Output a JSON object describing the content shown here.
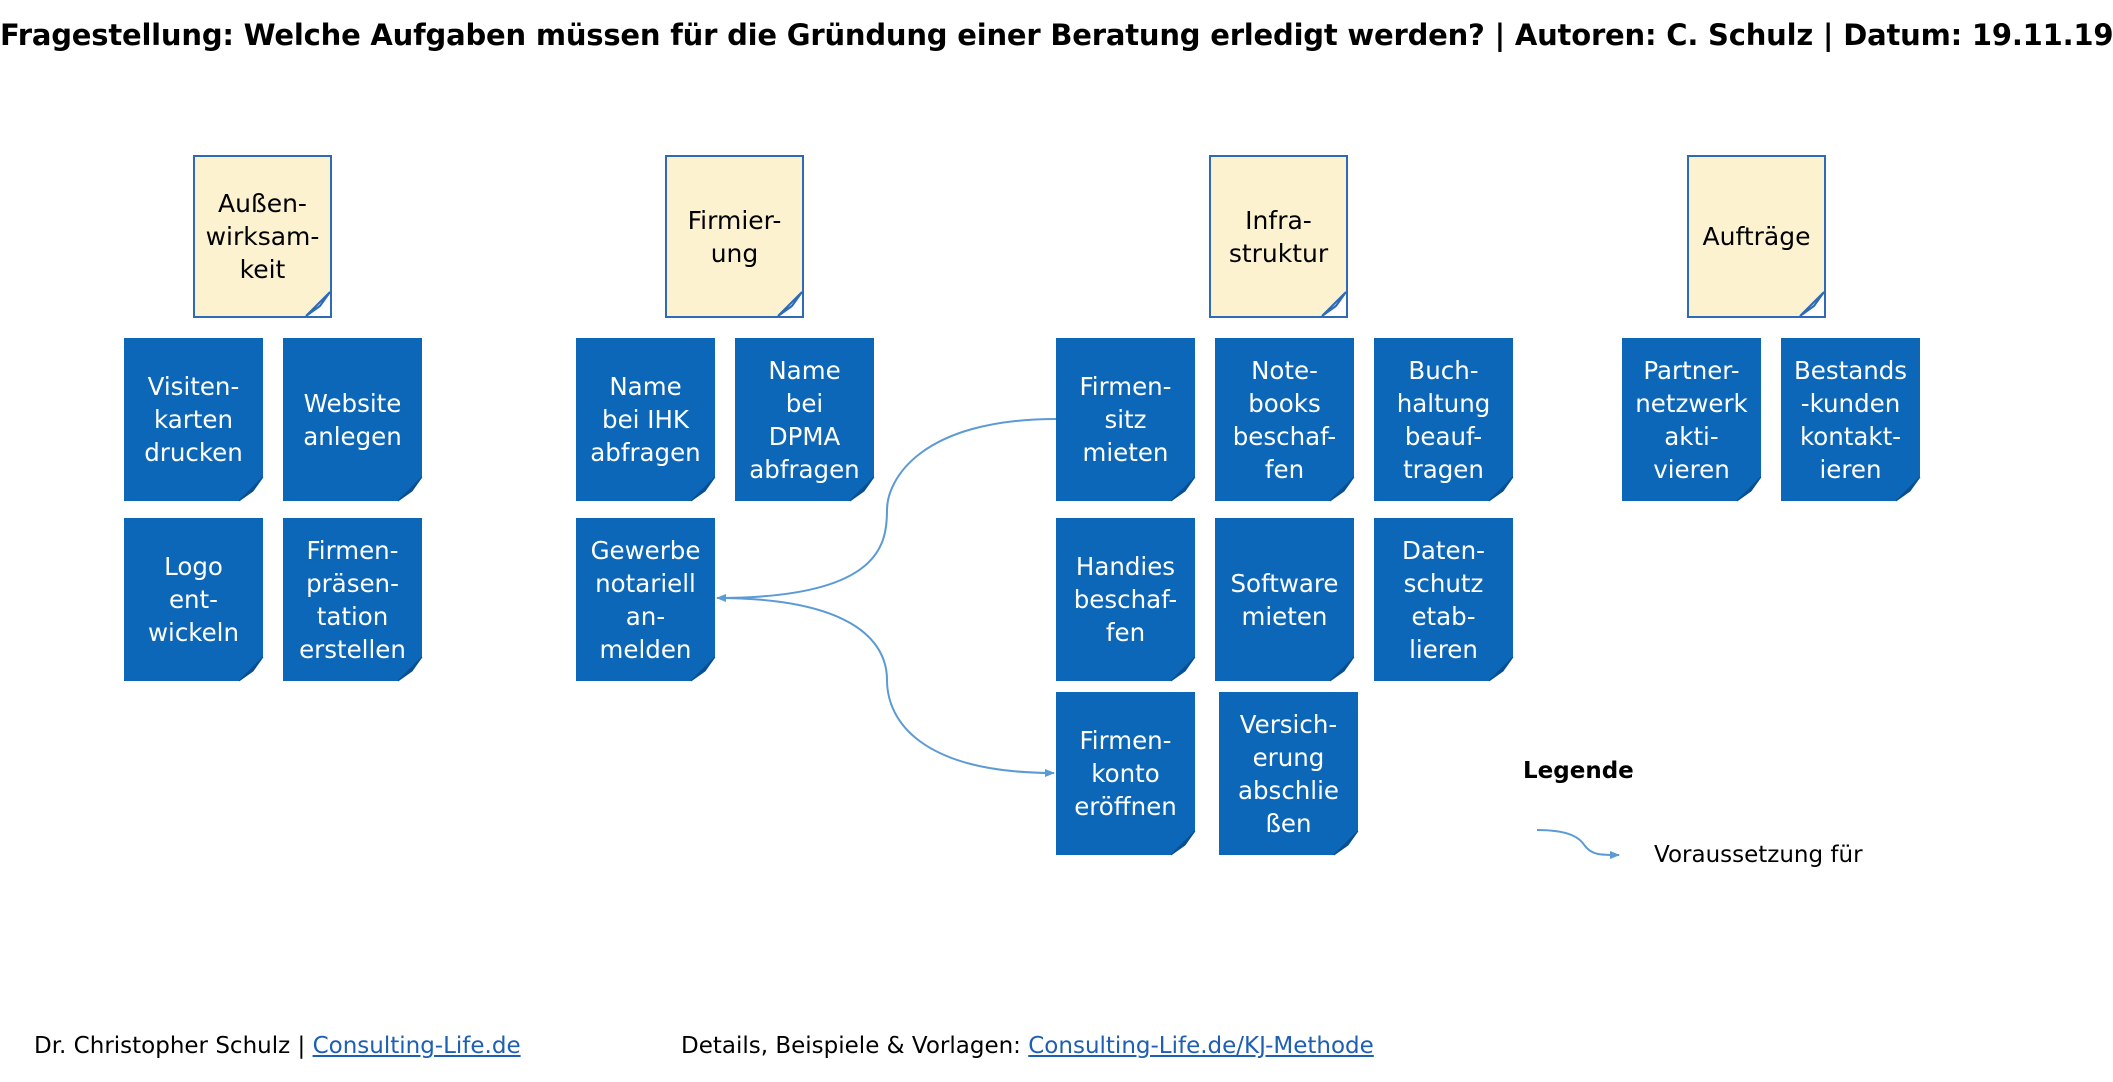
{
  "title": "Fragestellung: Welche Aufgaben müssen für die Gründung einer Beratung erledigt werden? | Autoren: C. Schulz | Datum: 19.11.19",
  "groups": [
    {
      "header": "Außen-\nwirksam-\nkeit",
      "tasks": [
        "Visiten-\nkarten\ndrucken",
        "Website\nanlegen",
        "Logo\nent-\nwickeln",
        "Firmen-\npräsen-\ntation\nerstellen"
      ]
    },
    {
      "header": "Firmier-\nung",
      "tasks": [
        "Name\nbei IHK\nabfragen",
        "Name\nbei\nDPMA\nabfragen",
        "Gewerbe\nnotariell\nan-\nmelden"
      ]
    },
    {
      "header": "Infra-\nstruktur",
      "tasks": [
        "Firmen-\nsitz\nmieten",
        "Note-\nbooks\nbeschaf-\nfen",
        "Buch-\nhaltung\nbeauf-\ntragen",
        "Handies\nbeschaf-\nfen",
        "Software\nmieten",
        "Daten-\nschutz\netab-\nlieren",
        "Firmen-\nkonto\neröffnen",
        "Versich-\nerung\nabschlie\nßen"
      ]
    },
    {
      "header": "Aufträge",
      "tasks": [
        "Partner-\nnetzwerk\nakti-\nvieren",
        "Bestands\n-kunden\nkontakt-\nieren"
      ]
    }
  ],
  "dependencies": [
    {
      "from": "Firmen-sitz mieten",
      "to": "Gewerbe notariell anmelden"
    },
    {
      "from": "Gewerbe notariell anmelden",
      "to": "Firmen-konto eröffnen"
    }
  ],
  "legend": {
    "title": "Legende",
    "arrow_label": "Voraussetzung für"
  },
  "footer": {
    "author": "Dr. Christopher Schulz | ",
    "author_link": "Consulting-Life.de",
    "details": "Details, Beispiele & Vorlagen: ",
    "details_link": "Consulting-Life.de/KJ-Methode"
  },
  "colors": {
    "task_note": "#0c67b8",
    "header_note": "#fdf2d0",
    "arrow": "#5b9bd5"
  }
}
